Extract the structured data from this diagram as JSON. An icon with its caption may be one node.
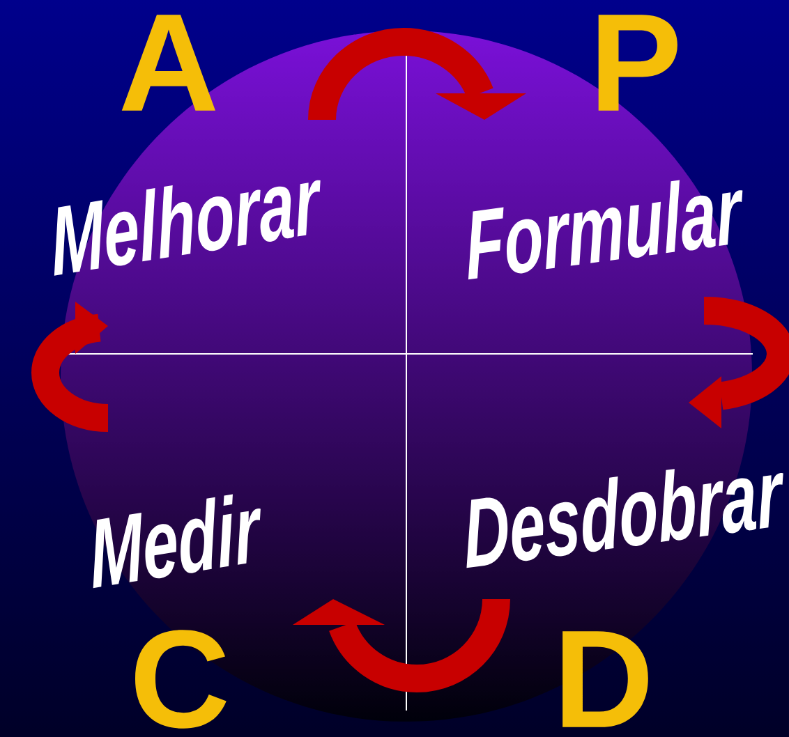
{
  "diagram": {
    "labels": [
      "A",
      "P",
      "Melhorar",
      "Formular",
      "Medir",
      "Desdobrar",
      "C",
      "D"
    ]
  }
}
